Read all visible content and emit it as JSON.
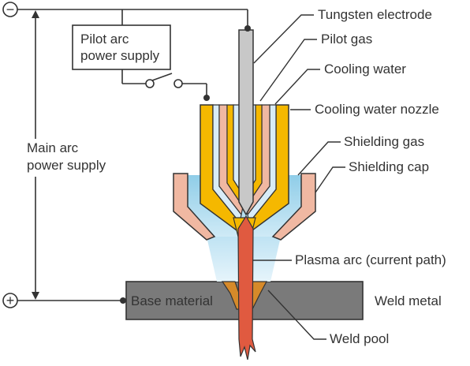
{
  "terminals": {
    "negative": "−",
    "positive": "+"
  },
  "power": {
    "pilot_line1": "Pilot arc",
    "pilot_line2": "power supply",
    "main_line1": "Main arc",
    "main_line2": "power supply"
  },
  "labels": {
    "tungsten_electrode": "Tungsten electrode",
    "pilot_gas": "Pilot gas",
    "cooling_water": "Cooling water",
    "cooling_water_nozzle": "Cooling water nozzle",
    "shielding_gas": "Shielding gas",
    "shielding_cap": "Shielding cap",
    "plasma_arc": "Plasma arc (current path)",
    "base_material": "Base material",
    "weld_metal": "Weld metal",
    "weld_pool": "Weld pool"
  },
  "colors": {
    "nozzle_gold": "#f5b800",
    "cap_pink": "#f0b8a2",
    "gas_blue": "#8fcde8",
    "water_light_blue": "#d8ecf7",
    "electrode_grey": "#c8c8c8",
    "plasma_red": "#e05a40",
    "base_metal_grey": "#7a7a7a",
    "weld_pool_orange": "#d68a2a"
  }
}
